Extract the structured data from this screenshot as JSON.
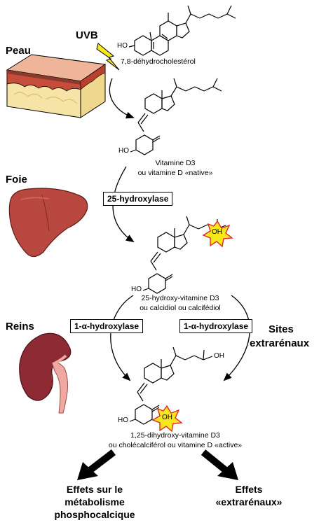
{
  "organs": {
    "skin": "Peau",
    "liver": "Foie",
    "kidneys": "Reins",
    "extrarenal": [
      "Sites",
      "extrarénaux"
    ]
  },
  "trigger": "UVB",
  "molecules": {
    "precursor": {
      "hydroxyl": "HO",
      "caption": "7,8-déhydrocholestérol"
    },
    "vitamin_d3": {
      "hydroxyl": "HO",
      "caption": [
        "Vitamine D3",
        "ou vitamine D «native»"
      ]
    },
    "calcidiol": {
      "hydroxyl": "HO",
      "added_oh": "OH",
      "caption": [
        "25-hydroxy-vitamine D3",
        "ou calcidiol ou calcifédiol"
      ]
    },
    "calcitriol": {
      "hydroxyl": "HO",
      "side_oh": "OH",
      "added_oh": "OH",
      "caption": [
        "1,25-dihydroxy-vitamine D3",
        "ou cholécalciférol ou vitamine D «active»"
      ]
    }
  },
  "enzymes": {
    "liver": "25-hydroxylase",
    "kidney": "1-α-hydroxylase",
    "extrarenal": "1-α-hydroxylase"
  },
  "effects": {
    "left": [
      "Effets sur le",
      "métabolisme",
      "phosphocalcique"
    ],
    "right": [
      "Effets",
      "«extrarénaux»"
    ]
  },
  "colors": {
    "star_fill": "#f7e81c",
    "star_stroke": "#e0262a",
    "lightning": "#f7e81c",
    "liver": "#b8473f",
    "kidney": "#8e2a33",
    "skin_top": "#e7a58a",
    "skin_fat": "#f5e1a3"
  }
}
